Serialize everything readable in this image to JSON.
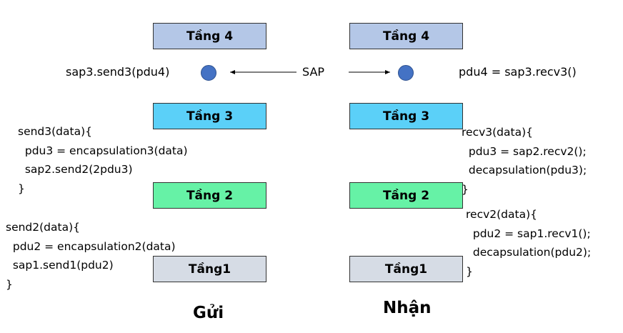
{
  "sender": {
    "layers": [
      "Tầng 4",
      "Tầng 3",
      "Tầng 2",
      "Tầng1"
    ],
    "sap_call": "sap3.send3(pdu4)",
    "code_send3": "send3(data){\n  pdu3 = encapsulation3(data)\n  sap2.send2(2pdu3)\n}",
    "code_send2": "send2(data){\n  pdu2 = encapsulation2(data)\n  sap1.send1(pdu2)\n}",
    "caption": "Gửi"
  },
  "receiver": {
    "layers": [
      "Tầng 4",
      "Tầng 3",
      "Tầng 2",
      "Tầng1"
    ],
    "sap_call": "pdu4 = sap3.recv3()",
    "code_recv3": "recv3(data){\n  pdu3 = sap2.recv2();\n  decapsulation(pdu3);\n}",
    "code_recv2": "recv2(data){\n  pdu2 = sap1.recv1();\n  decapsulation(pdu2);\n}",
    "caption": "Nhận"
  },
  "sap_label": "SAP",
  "colors": {
    "layer4": "#b4c7e7",
    "layer3": "#5bd0f8",
    "layer2": "#66f2a6",
    "layer1": "#d6dce5",
    "sap_dot": "#4472c4"
  }
}
